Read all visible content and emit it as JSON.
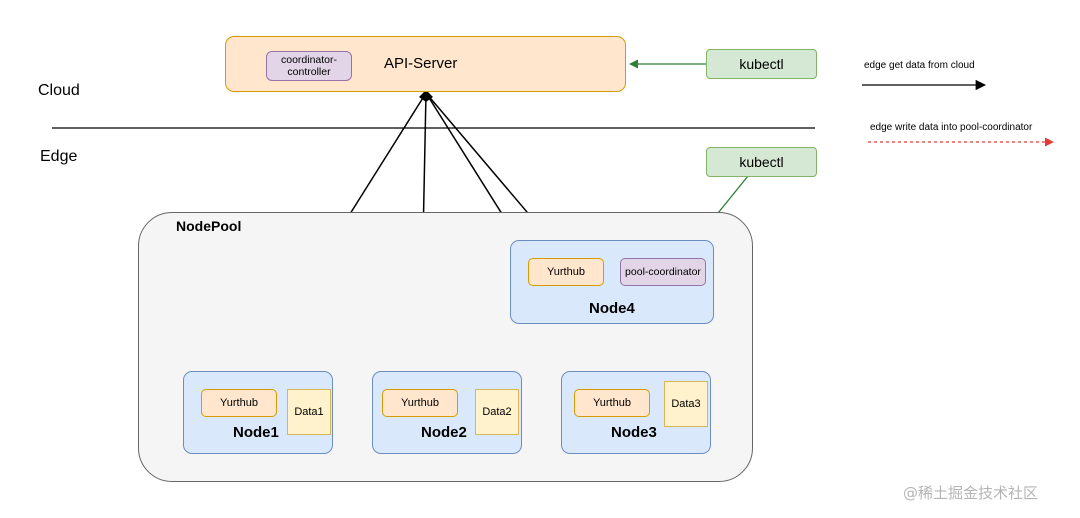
{
  "regions": {
    "cloud": "Cloud",
    "edge": "Edge"
  },
  "api_server": {
    "label": "API-Server",
    "controller_label": "coordinator-\ncontroller"
  },
  "kubectl_cloud": "kubectl",
  "kubectl_edge": "kubectl",
  "legend": {
    "get_label": "edge get data from cloud",
    "write_label": "edge write data into pool-coordinator"
  },
  "nodepool": {
    "title": "NodePool",
    "nodes": [
      {
        "name": "Node1",
        "yurthub": "Yurthub",
        "data": "Data1"
      },
      {
        "name": "Node2",
        "yurthub": "Yurthub",
        "data": "Data2"
      },
      {
        "name": "Node3",
        "yurthub": "Yurthub",
        "data": "Data3"
      }
    ],
    "node4": {
      "name": "Node4",
      "yurthub": "Yurthub",
      "coordinator": "pool-coordinator"
    }
  },
  "watermark": "@稀土掘金技术社区",
  "colors": {
    "green_arrow": "#2e7d32",
    "red_dashed": "#e53935",
    "black_line": "#000000"
  }
}
